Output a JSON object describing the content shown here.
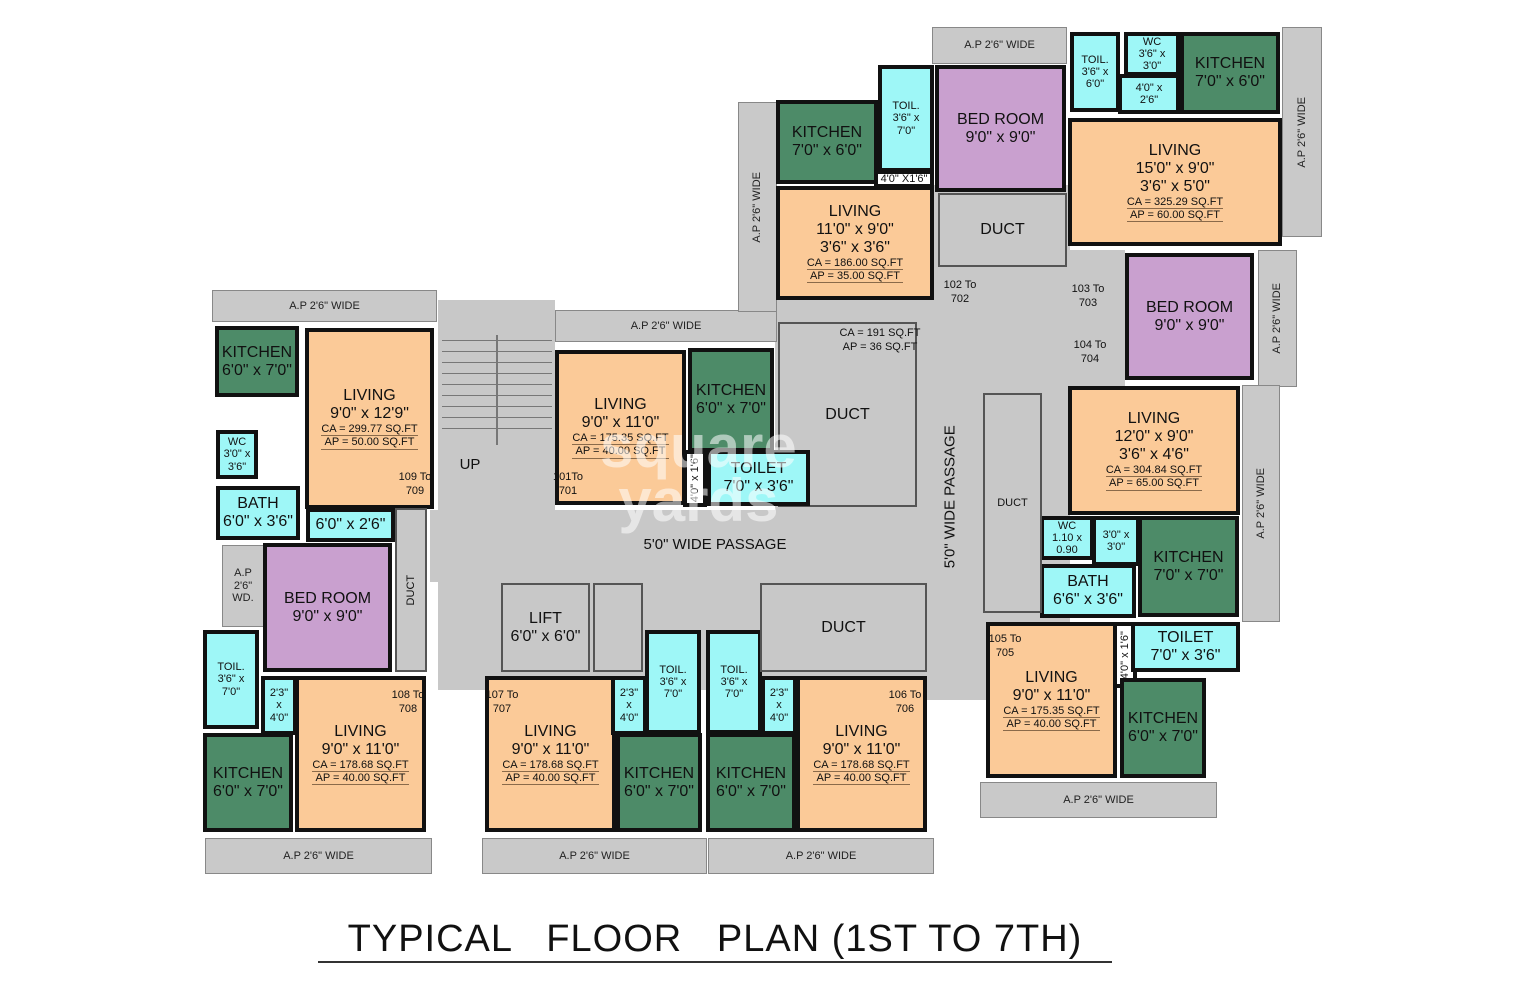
{
  "title": "TYPICAL   FLOOR   PLAN (1ST TO 7TH)",
  "watermark": "square\nyards",
  "colors": {
    "living": "#fbca98",
    "kitchen": "#4d8b68",
    "bedroom": "#c9a0cf",
    "wet": "#9ef7f7",
    "passage": "#c8c8c8",
    "wall": "#111111",
    "white": "#ffffff"
  },
  "ap_strips": [
    "A.P 2'6\" WIDE",
    "A.P 2'6\" WIDE",
    "A.P 2'6\" WIDE",
    "A.P 2'6\" WIDE",
    "A.P 2'6\" WIDE",
    "A.P 2'6\" WIDE",
    "A.P 2'6\" WIDE",
    "A.P 2'6\" WIDE",
    "A.P\n2'6\"\nWD.",
    "A.P 2'6\" WIDE",
    "A.P 2'6\" WIDE",
    "A.P 2'6\" WIDE"
  ],
  "rooms": [
    {
      "kind": "wet",
      "text": "TOIL.\n3'6\" x\n6'0\""
    },
    {
      "kind": "wet",
      "text": "WC\n3'6\" x\n3'0\""
    },
    {
      "kind": "wet",
      "text": "4'0\" x\n2'6\""
    },
    {
      "kind": "kitchen",
      "text": "KITCHEN\n7'0\" x 6'0\""
    },
    {
      "kind": "living",
      "text": "LIVING\n15'0\" x 9'0\"\n3'6\" x 5'0\"",
      "ca": "CA = 325.29 SQ.FT",
      "ap": "AP =  60.00 SQ.FT"
    },
    {
      "kind": "bedroom",
      "text": "BED ROOM\n9'0\" x 9'0\""
    },
    {
      "kind": "wet",
      "text": "TOIL.\n3'6\" x\n7'0\""
    },
    {
      "kind": "kitchen",
      "text": "KITCHEN\n7'0\" x 6'0\""
    },
    {
      "kind": "white",
      "text": "4'0\" X1'6\""
    },
    {
      "kind": "living",
      "text": "LIVING\n11'0\" x 9'0\"\n3'6\" x 3'6\"",
      "ca": "CA = 186.00 SQ.FT",
      "ap": "AP =  35.00 SQ.FT"
    },
    {
      "kind": "duct",
      "text": "DUCT"
    },
    {
      "kind": "duct",
      "text": "DUCT"
    },
    {
      "kind": "bedroom",
      "text": "BED ROOM\n9'0\" x 9'0\""
    },
    {
      "kind": "living",
      "text": "LIVING\n12'0\" x 9'0\"\n3'6\" x 4'6\"",
      "ca": "CA = 304.84 SQ.FT",
      "ap": "AP =  65.00 SQ.FT"
    },
    {
      "kind": "wet",
      "text": "WC\n1.10 x\n0.90"
    },
    {
      "kind": "wet",
      "text": "3'0\" x\n3'0\""
    },
    {
      "kind": "wet",
      "text": "BATH\n6'6\" x 3'6\""
    },
    {
      "kind": "kitchen",
      "text": "KITCHEN\n7'0\" x 7'0\""
    },
    {
      "kind": "duct",
      "text": "DUCT"
    },
    {
      "kind": "living",
      "text": "LIVING\n9'0\" x 11'0\"",
      "ca": "CA = 175.35 SQ.FT",
      "ap": "AP =  40.00 SQ.FT"
    },
    {
      "kind": "white",
      "text": "4'0\" x 1'6\""
    },
    {
      "kind": "wet",
      "text": "TOILET\n7'0\" x 3'6\""
    },
    {
      "kind": "kitchen",
      "text": "KITCHEN\n6'0\" x 7'0\""
    },
    {
      "kind": "kitchen",
      "text": "KITCHEN\n6'0\" x 7'0\""
    },
    {
      "kind": "living",
      "text": "LIVING\n9'0\" x 12'9\"",
      "ca": "CA = 299.77 SQ.FT",
      "ap": "AP =  50.00 SQ.FT"
    },
    {
      "kind": "wet",
      "text": "WC\n3'0\" x\n3'6\""
    },
    {
      "kind": "wet",
      "text": "BATH\n6'0\" x 3'6\""
    },
    {
      "kind": "wet",
      "text": "6'0\" x 2'6\""
    },
    {
      "kind": "living",
      "text": "LIVING\n9'0\" x 11'0\"",
      "ca": "CA = 175.35 SQ.FT",
      "ap": "AP =  40.00 SQ.FT"
    },
    {
      "kind": "kitchen",
      "text": "KITCHEN\n6'0\" x 7'0\""
    },
    {
      "kind": "white",
      "text": "4'0\" x 1'6\""
    },
    {
      "kind": "wet",
      "text": "TOILET\n7'0\" x 3'6\""
    },
    {
      "kind": "bedroom",
      "text": "BED ROOM\n9'0\" x 9'0\""
    },
    {
      "kind": "duct",
      "text": "DUCT"
    },
    {
      "kind": "wet",
      "text": "TOIL.\n3'6\" x\n7'0\""
    },
    {
      "kind": "wet",
      "text": "2'3\"\nx\n4'0\""
    },
    {
      "kind": "kitchen",
      "text": "KITCHEN\n6'0\" x 7'0\""
    },
    {
      "kind": "living",
      "text": "LIVING\n9'0\" x 11'0\"",
      "ca": "CA = 178.68 SQ.FT",
      "ap": "AP =  40.00 SQ.FT"
    },
    {
      "kind": "duct",
      "text": "LIFT\n6'0\" x 6'0\""
    },
    {
      "kind": "duct",
      "text": ""
    },
    {
      "kind": "living",
      "text": "LIVING\n9'0\" x 11'0\"",
      "ca": "CA = 178.68 SQ.FT",
      "ap": "AP =  40.00 SQ.FT"
    },
    {
      "kind": "wet",
      "text": "2'3\"\nx\n4'0\""
    },
    {
      "kind": "wet",
      "text": "TOIL.\n3'6\" x\n7'0\""
    },
    {
      "kind": "kitchen",
      "text": "KITCHEN\n6'0\" x 7'0\""
    },
    {
      "kind": "wet",
      "text": "TOIL.\n3'6\" x\n7'0\""
    },
    {
      "kind": "wet",
      "text": "2'3\"\nx\n4'0\""
    },
    {
      "kind": "kitchen",
      "text": "KITCHEN\n6'0\" x 7'0\""
    },
    {
      "kind": "living",
      "text": "LIVING\n9'0\" x 11'0\"",
      "ca": "CA = 178.68 SQ.FT",
      "ap": "AP =  40.00 SQ.FT"
    },
    {
      "kind": "duct",
      "text": "DUCT"
    }
  ],
  "labels": [
    "102 To\n702",
    "103 To\n703",
    "104 To\n704",
    "CA = 191 SQ.FT\nAP = 36 SQ.FT",
    "105 To\n705",
    "109 To\n709",
    "101To\n701",
    "UP",
    "108 To\n708",
    "107 To\n707",
    "106 To\n706",
    "5'0\" WIDE  PASSAGE",
    "5'0\" WIDE  PASSAGE"
  ]
}
